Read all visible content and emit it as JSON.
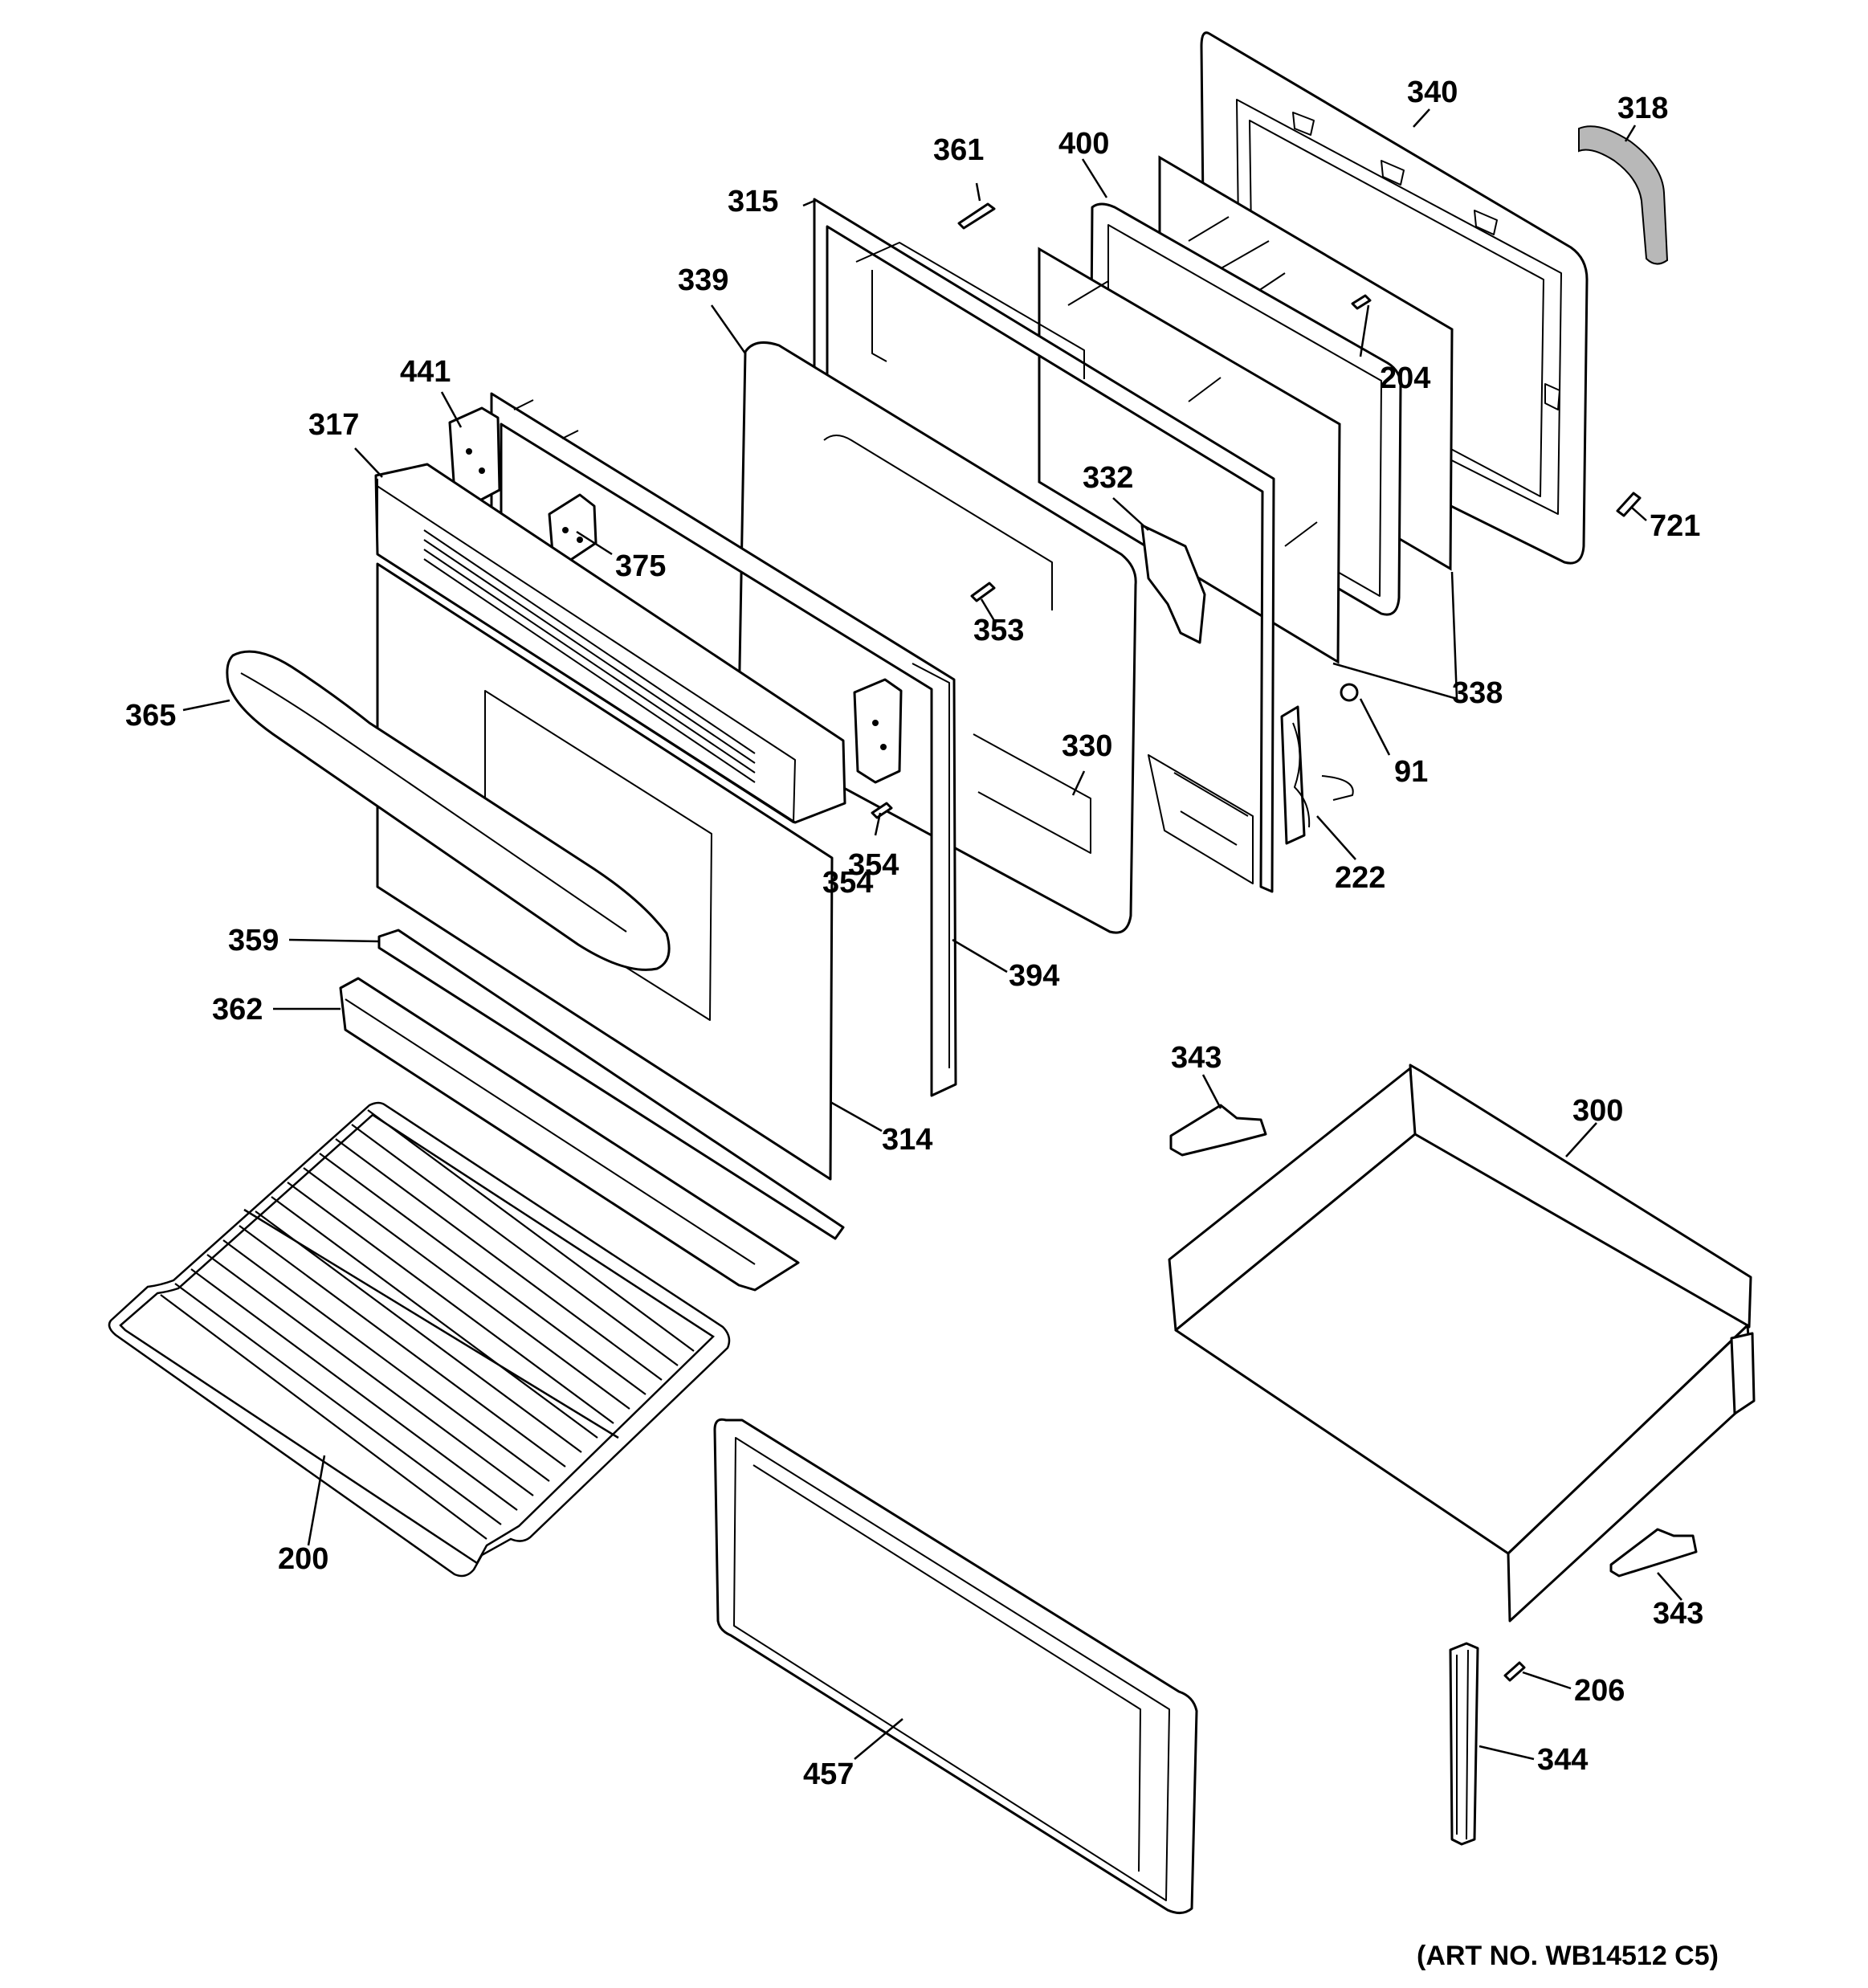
{
  "diagram": {
    "art_number": "(ART NO. WB14512 C5)",
    "callouts": [
      {
        "id": "c340",
        "label": "340"
      },
      {
        "id": "c318",
        "label": "318"
      },
      {
        "id": "c361",
        "label": "361"
      },
      {
        "id": "c400",
        "label": "400"
      },
      {
        "id": "c315",
        "label": "315"
      },
      {
        "id": "c339",
        "label": "339"
      },
      {
        "id": "c204",
        "label": "204"
      },
      {
        "id": "c441",
        "label": "441"
      },
      {
        "id": "c317",
        "label": "317"
      },
      {
        "id": "c332",
        "label": "332"
      },
      {
        "id": "c721",
        "label": "721"
      },
      {
        "id": "c375",
        "label": "375"
      },
      {
        "id": "c353",
        "label": "353"
      },
      {
        "id": "c338",
        "label": "338"
      },
      {
        "id": "c365",
        "label": "365"
      },
      {
        "id": "c330",
        "label": "330"
      },
      {
        "id": "c91",
        "label": "91"
      },
      {
        "id": "c354a",
        "label": "354"
      },
      {
        "id": "c354b",
        "label": "354"
      },
      {
        "id": "c222",
        "label": "222"
      },
      {
        "id": "c359",
        "label": "359"
      },
      {
        "id": "c394",
        "label": "394"
      },
      {
        "id": "c362",
        "label": "362"
      },
      {
        "id": "c343a",
        "label": "343"
      },
      {
        "id": "c300",
        "label": "300"
      },
      {
        "id": "c314",
        "label": "314"
      },
      {
        "id": "c200",
        "label": "200"
      },
      {
        "id": "c343b",
        "label": "343"
      },
      {
        "id": "c206",
        "label": "206"
      },
      {
        "id": "c344",
        "label": "344"
      },
      {
        "id": "c457",
        "label": "457"
      }
    ]
  }
}
